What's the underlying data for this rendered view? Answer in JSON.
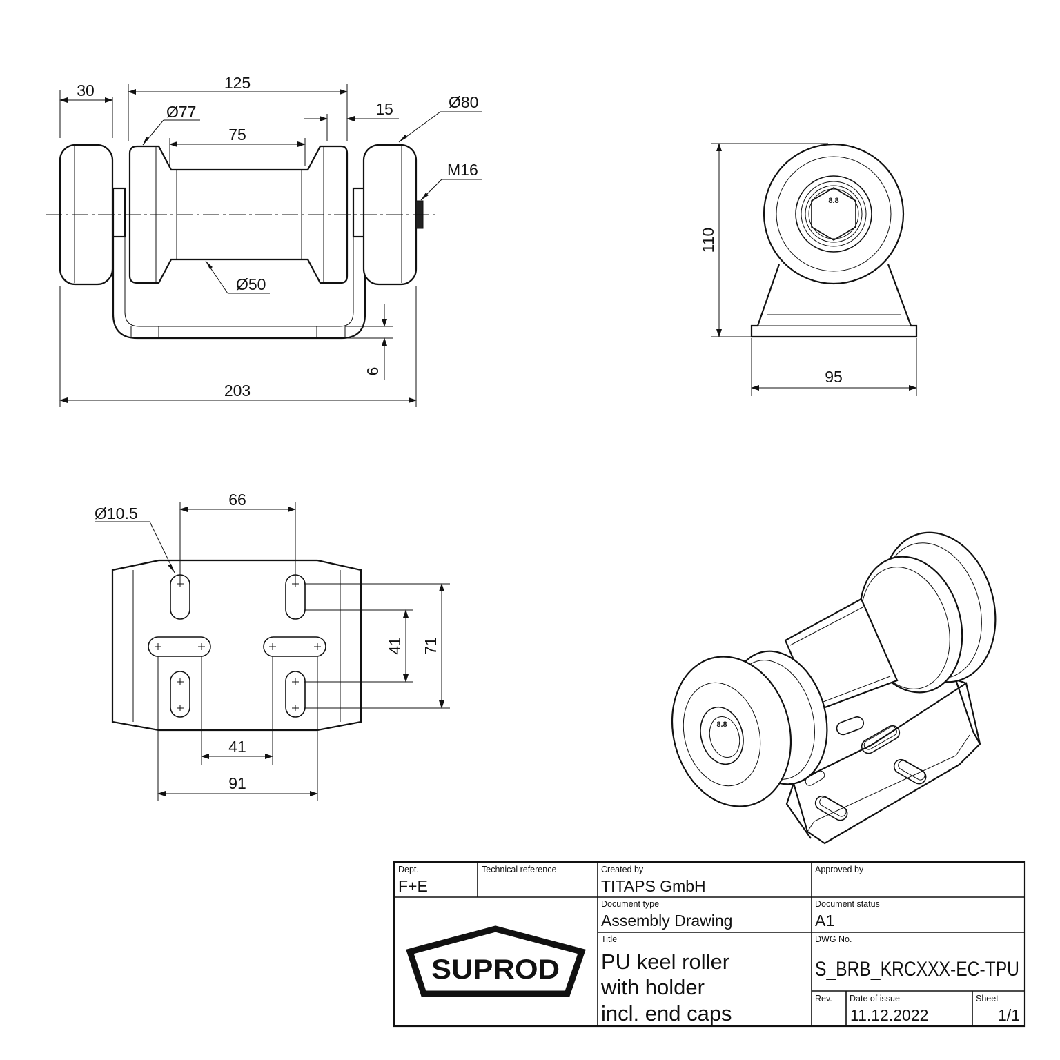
{
  "front_view": {
    "dims": {
      "d30": "30",
      "d125": "125",
      "d15": "15",
      "d80": "Ø80",
      "d77": "Ø77",
      "d75": "75",
      "m16": "M16",
      "d50": "Ø50",
      "d6": "6",
      "d203": "203"
    }
  },
  "side_view": {
    "dims": {
      "d110": "110",
      "d95": "95"
    },
    "nut_mark": "8.8"
  },
  "plate_view": {
    "dims": {
      "d105": "Ø10.5",
      "d66": "66",
      "d41v": "41",
      "d71": "71",
      "d41h": "41",
      "d91": "91"
    }
  },
  "iso_view": {
    "nut_mark": "8.8"
  },
  "title_block": {
    "dept_label": "Dept.",
    "dept_value": "F+E",
    "tech_ref_label": "Technical reference",
    "created_label": "Created by",
    "created_value": "TITAPS GmbH",
    "approved_label": "Approved by",
    "doctype_label": "Document type",
    "doctype_value": "Assembly Drawing",
    "docstatus_label": "Document status",
    "docstatus_value": "A1",
    "title_label": "Title",
    "title_line1": "PU keel roller",
    "title_line2": "with holder",
    "title_line3": "incl. end caps",
    "dwg_label": "DWG No.",
    "dwg_value": "S_BRB_KRCXXX-EC-TPU",
    "rev_label": "Rev.",
    "date_label": "Date of issue",
    "date_value": "11.12.2022",
    "sheet_label": "Sheet",
    "sheet_value": "1/1",
    "logo_text": "SUPROD"
  }
}
